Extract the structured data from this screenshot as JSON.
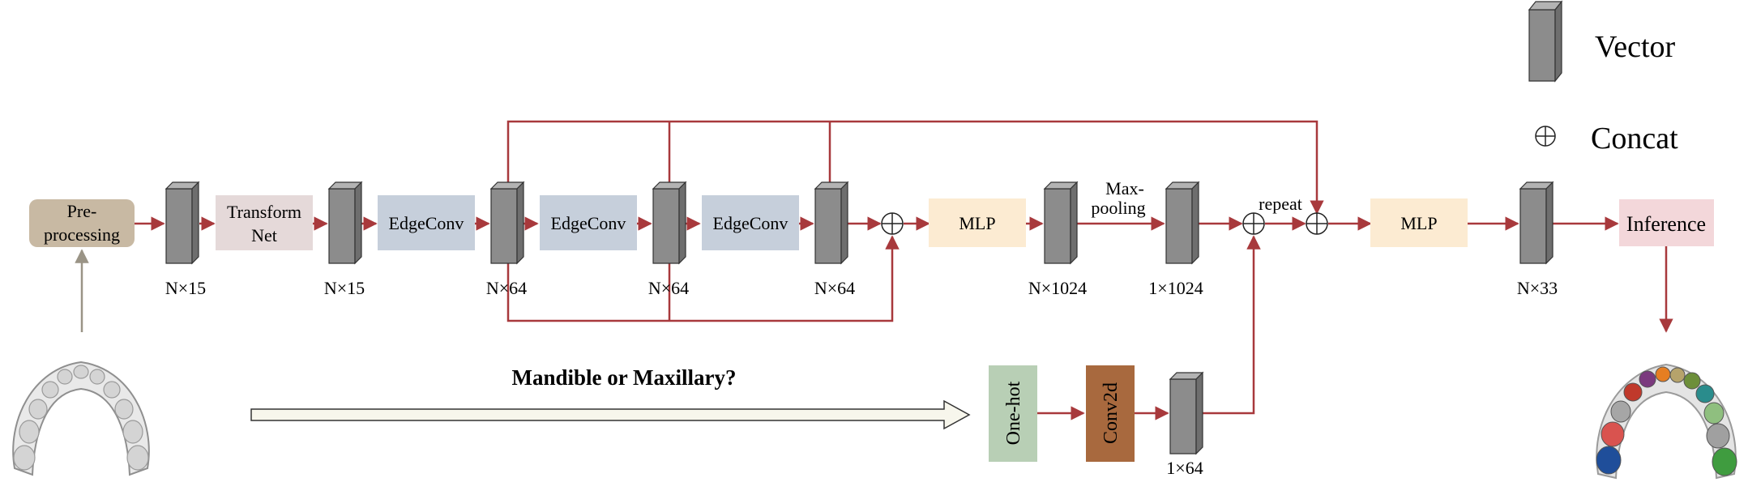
{
  "legend": {
    "vector": "Vector",
    "concat": "Concat"
  },
  "blocks": {
    "preprocessing": [
      "Pre-",
      "processing"
    ],
    "transform_net": [
      "Transform",
      "Net"
    ],
    "edgeconv_1": "EdgeConv",
    "edgeconv_2": "EdgeConv",
    "edgeconv_3": "EdgeConv",
    "mlp_1": "MLP",
    "maxpooling": [
      "Max-",
      "pooling"
    ],
    "repeat": "repeat",
    "mlp_2": "MLP",
    "inference": "Inference",
    "onehot": "One-hot",
    "conv2d": "Conv2d"
  },
  "dims": {
    "v1": "N×15",
    "v2": "N×15",
    "v3": "N×64",
    "v4": "N×64",
    "v5": "N×64",
    "v6": "N×1024",
    "v7": "1×1024",
    "v8": "N×33",
    "v9": "1×64"
  },
  "question": "Mandible or Maxillary?",
  "colors": {
    "arrow": "#a8393c",
    "vector_face": "#8c8c8c",
    "preprocessing": "#c8b9a3",
    "transform_net": "#e5d9d9",
    "edgeconv": "#c6cfdb",
    "mlp": "#fcebd2",
    "inference": "#f3d7da",
    "onehot": "#b8cfb5",
    "conv2d": "#a8693e"
  }
}
